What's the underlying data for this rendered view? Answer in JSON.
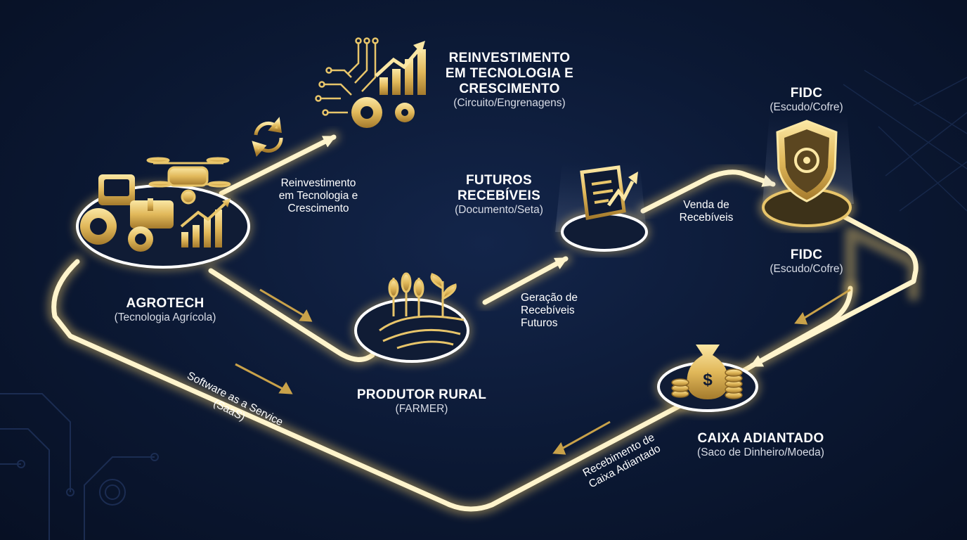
{
  "nodes": {
    "agrotech": {
      "title": "AGROTECH",
      "subtitle": "(Tecnologia Agrícola)"
    },
    "produtor": {
      "title": "PRODUTOR RURAL",
      "subtitle": "(FARMER)"
    },
    "futuros": {
      "title_l1": "FUTUROS",
      "title_l2": "RECEBÍVEIS",
      "subtitle": "(Documento/Seta)"
    },
    "fidc_top": {
      "title": "FIDC",
      "subtitle": "(Escudo/Cofre)"
    },
    "fidc_bottom": {
      "title": "FIDC",
      "subtitle": "(Escudo/Cofre)"
    },
    "caixa": {
      "title": "CAIXA ADIANTADO",
      "subtitle": "(Saco de Dinheiro/Moeda)"
    },
    "reinvest": {
      "title_l1": "REINVESTIMENTO",
      "title_l2": "EM TECNOLOGIA E",
      "title_l3": "CRESCIMENTO",
      "subtitle": "(Circuito/Engrenagens)"
    }
  },
  "flows": {
    "reinvest": {
      "l1": "Reinvestimento",
      "l2": "em Tecnologia e",
      "l3": "Crescimento"
    },
    "geracao": {
      "l1": "Geração de",
      "l2": "Recebíveis",
      "l3": "Futuros"
    },
    "venda": {
      "l1": "Venda de",
      "l2": "Recebíveis"
    },
    "saas": {
      "l1": "Software as a Service",
      "l2": "(SaaS)"
    },
    "recebimento": {
      "l1": "Recebimento de",
      "l2": "Caixa Adiantado"
    }
  },
  "icons": {
    "tractor": "tractor-icon",
    "drone": "drone-icon",
    "growth": "growth-chart-icon",
    "wheat": "wheat-field-icon",
    "document": "document-arrow-icon",
    "shield": "shield-vault-icon",
    "money": "money-bag-icon",
    "circuit": "circuit-gears-icon",
    "cycle": "refresh-cycle-icon"
  },
  "colors": {
    "background": "#0b1833",
    "gold": "#e8c56a",
    "glow": "#fff3c4",
    "text": "#ffffff"
  }
}
